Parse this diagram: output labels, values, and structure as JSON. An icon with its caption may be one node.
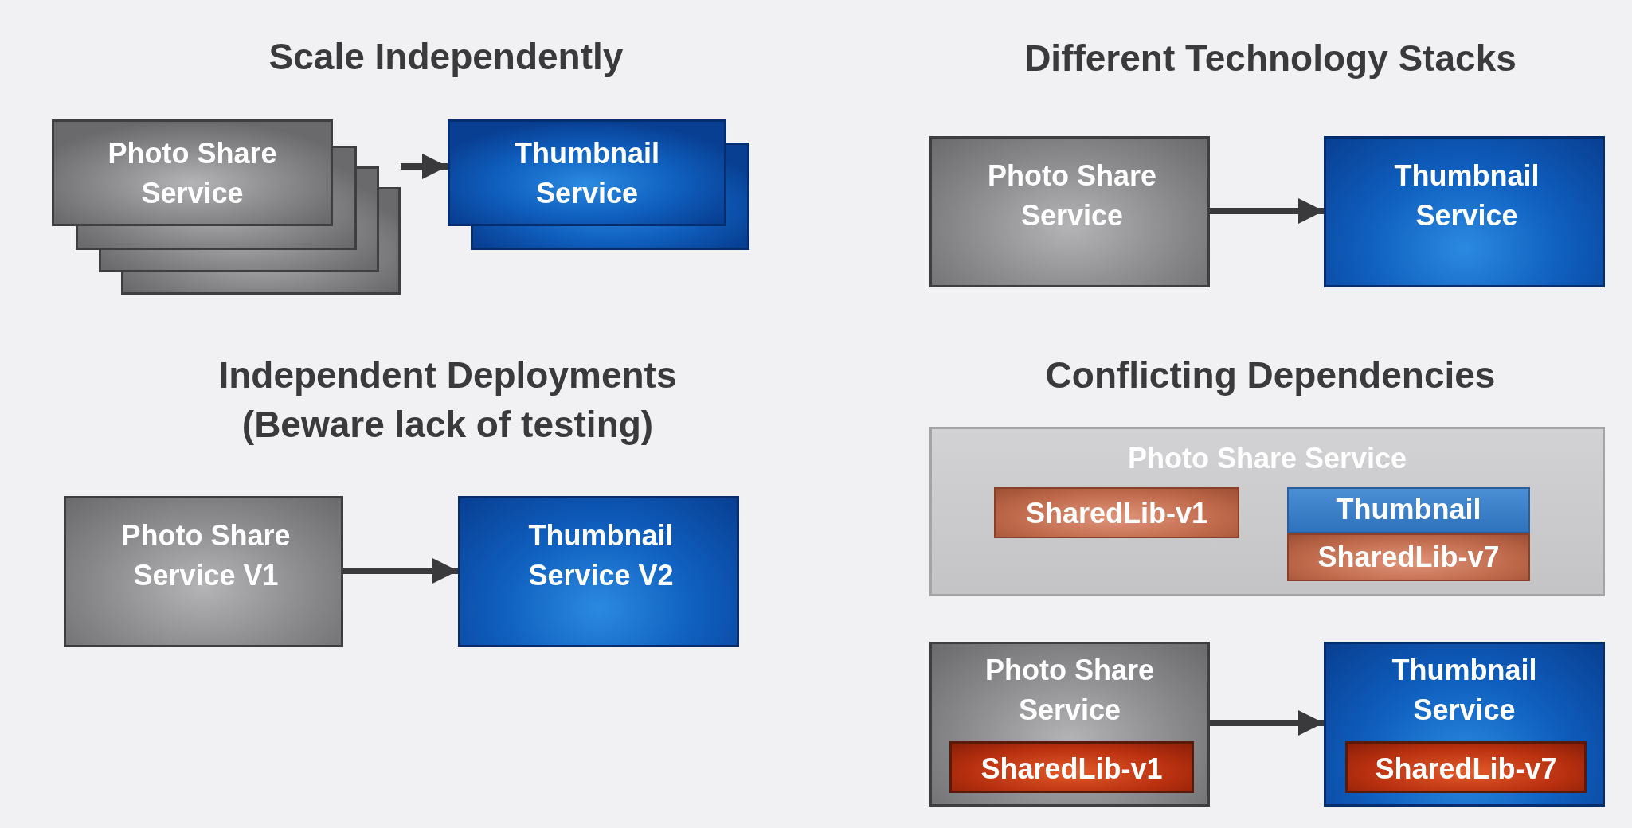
{
  "diagram": {
    "nodes": [
      {
        "text": [
          "Photo Share Service"
        ]
      },
      {
        "text": [
          "Thumbnail Service"
        ]
      },
      {
        "text": [
          "Photo Share Service"
        ]
      },
      {
        "text": [
          "Thumbnail Service"
        ]
      },
      {
        "text": [
          "Photo Share Service V1"
        ]
      },
      {
        "text": [
          "Thumbnail Service V2"
        ]
      },
      {
        "text": [
          "Photo Share Service"
        ]
      },
      {
        "text": [
          "SharedLib-v1"
        ],
        "in": 6
      },
      {
        "text": [
          "Thumbnail"
        ],
        "in": 6
      },
      {
        "text": [
          "SharedLib-v7"
        ],
        "in": 6
      },
      {
        "text": [
          "Photo Share Service"
        ]
      },
      {
        "text": [
          "SharedLib-v1"
        ],
        "in": 10
      },
      {
        "text": [
          "Thumbnail Service"
        ]
      },
      {
        "text": [
          "SharedLib-v7"
        ],
        "in": 12
      }
    ],
    "edges": [
      {
        "from": 0,
        "to": 1,
        "arrow": "to"
      },
      {
        "from": 2,
        "to": 3,
        "arrow": "to"
      },
      {
        "from": 4,
        "to": 5,
        "arrow": "to"
      },
      {
        "from": 10,
        "to": 12,
        "arrow": "to"
      }
    ],
    "labels": [
      "Scale Independently",
      "Different Technology Stacks",
      "Independent Deployments (Beware lack of testing)",
      "Conflicting Dependencies"
    ]
  }
}
